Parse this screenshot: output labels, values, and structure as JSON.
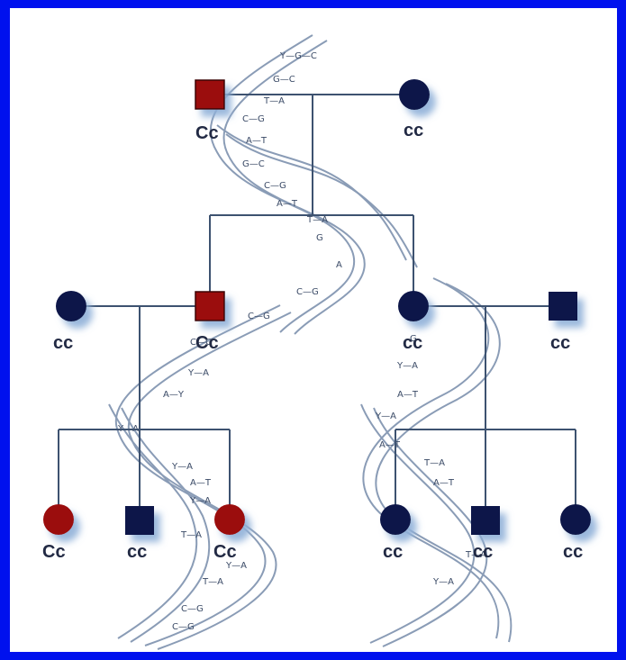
{
  "diagram": {
    "type": "pedigree",
    "colors": {
      "border": "#0011ee",
      "background": "#ffffff",
      "affected": "#9b0a0a",
      "unaffected": "#101448",
      "line": "#3d5270",
      "helix": "#8a9cb6"
    },
    "icons": [
      "affected-male-square-icon",
      "unaffected-female-circle-icon",
      "dna-double-helix-icon"
    ],
    "generation_1": {
      "male": {
        "genotype": "Cc",
        "status": "affected"
      },
      "female": {
        "genotype": "cc",
        "status": "unaffected"
      }
    },
    "generation_2": {
      "left_spouse_female": {
        "genotype": "cc",
        "status": "unaffected"
      },
      "son": {
        "genotype": "Cc",
        "status": "affected"
      },
      "daughter": {
        "genotype": "cc",
        "status": "unaffected"
      },
      "right_spouse_male": {
        "genotype": "cc",
        "status": "unaffected"
      }
    },
    "generation_3_left": [
      {
        "sex": "female",
        "genotype": "Cc",
        "status": "affected"
      },
      {
        "sex": "male",
        "genotype": "cc",
        "status": "unaffected"
      },
      {
        "sex": "female",
        "genotype": "Cc",
        "status": "affected"
      }
    ],
    "generation_3_right": [
      {
        "sex": "female",
        "genotype": "cc",
        "status": "unaffected"
      },
      {
        "sex": "male",
        "genotype": "cc",
        "status": "unaffected"
      },
      {
        "sex": "female",
        "genotype": "cc",
        "status": "unaffected"
      }
    ],
    "helix_base_pairs": [
      "Y—G—C",
      "G—C",
      "T—A",
      "C—G",
      "A—T",
      "G—C",
      "C—G",
      "A—T",
      "T—A",
      "G",
      "A",
      "C—G",
      "C—G",
      "C—G",
      "Y—A",
      "A—Y",
      "Y—A",
      "Y—A",
      "A—T",
      "Y—A",
      "T—A",
      "Y—A",
      "T—A",
      "C—G",
      "C—G",
      "G",
      "Y—A",
      "A—T",
      "Y—A",
      "A—T",
      "T—A",
      "A—T",
      "T—A",
      "Y—A"
    ]
  }
}
